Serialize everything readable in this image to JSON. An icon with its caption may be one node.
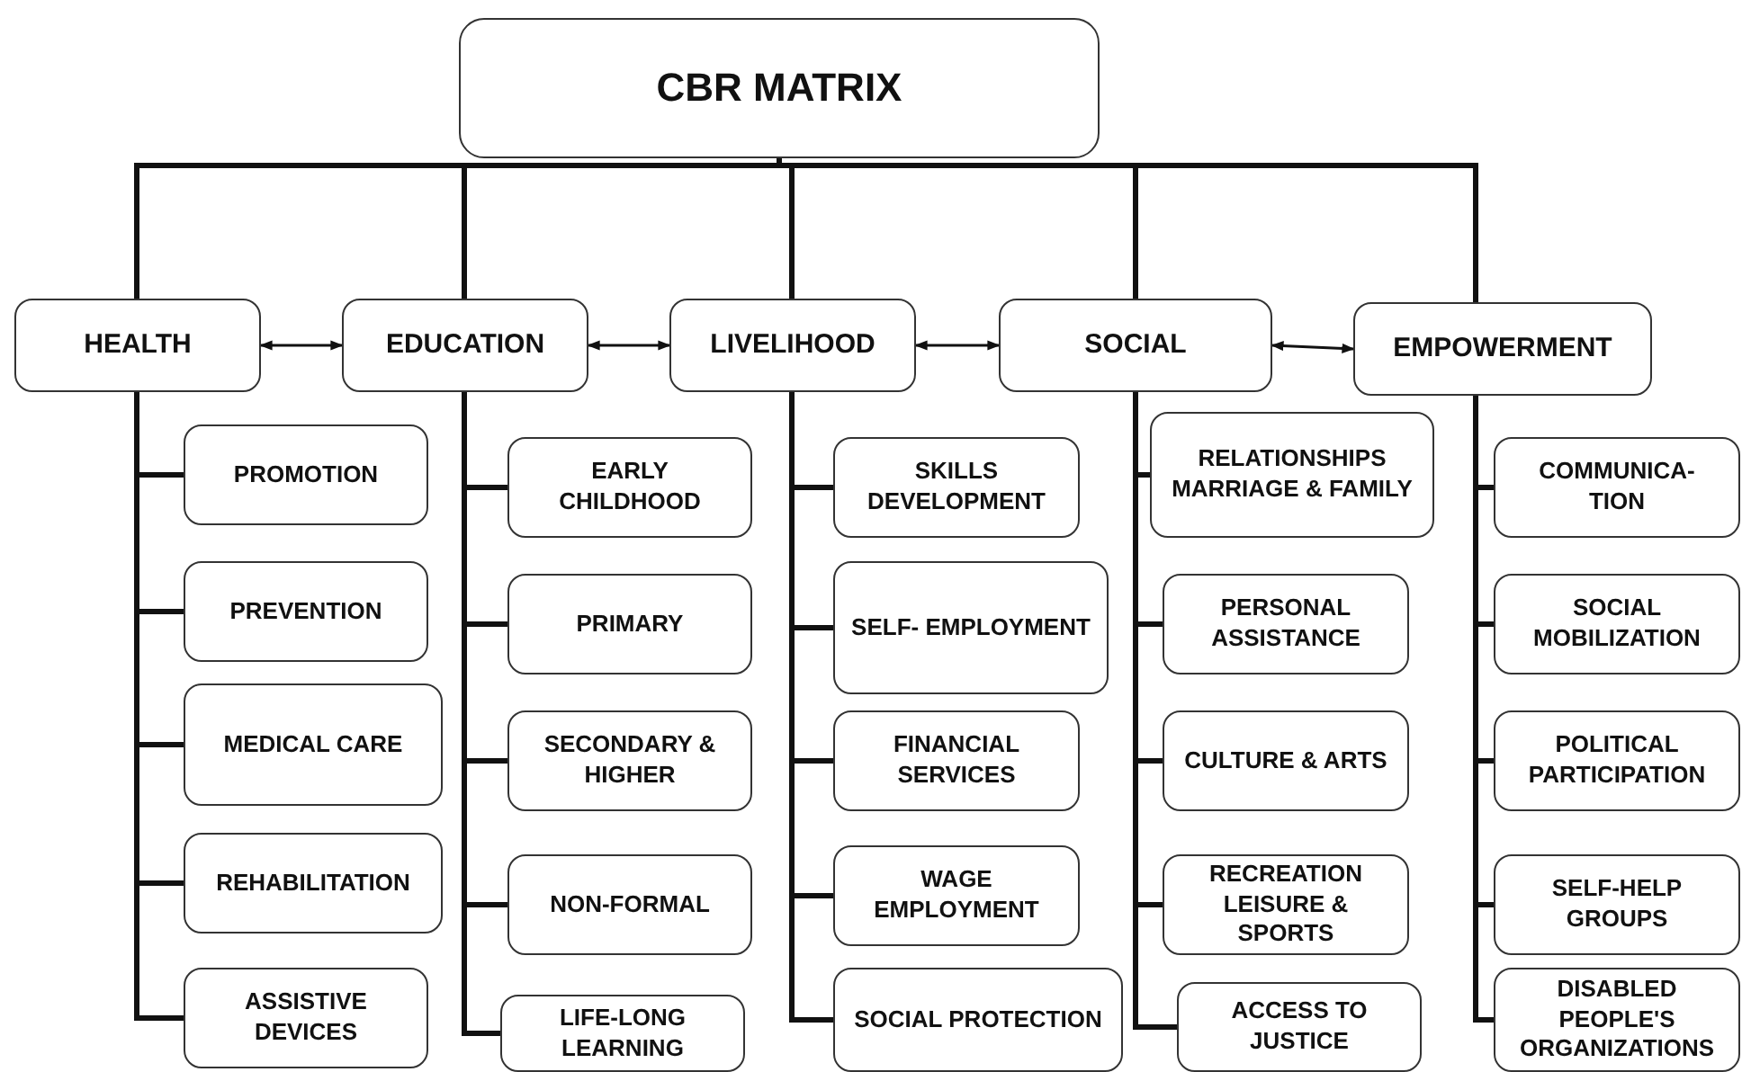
{
  "diagram": {
    "nodes": [
      {
        "text": [
          "CBR MATRIX"
        ]
      },
      {
        "text": [
          "HEALTH"
        ]
      },
      {
        "text": [
          "EDUCATION"
        ]
      },
      {
        "text": [
          "LIVELIHOOD"
        ]
      },
      {
        "text": [
          "SOCIAL"
        ]
      },
      {
        "text": [
          "EMPOWERMENT"
        ]
      },
      {
        "text": [
          "PROMOTION"
        ]
      },
      {
        "text": [
          "PREVENTION"
        ]
      },
      {
        "text": [
          "MEDICAL CARE"
        ]
      },
      {
        "text": [
          "REHABILITATION"
        ]
      },
      {
        "text": [
          "ASSISTIVE DEVICES"
        ]
      },
      {
        "text": [
          "EARLY CHILDHOOD"
        ]
      },
      {
        "text": [
          "PRIMARY"
        ]
      },
      {
        "text": [
          "SECONDARY & HIGHER"
        ]
      },
      {
        "text": [
          "NON-FORMAL"
        ]
      },
      {
        "text": [
          "LIFE-LONG LEARNING"
        ]
      },
      {
        "text": [
          "SKILLS DEVELOPMENT"
        ]
      },
      {
        "text": [
          "SELF- EMPLOYMENT"
        ]
      },
      {
        "text": [
          "FINANCIAL SERVICES"
        ]
      },
      {
        "text": [
          "WAGE EMPLOYMENT"
        ]
      },
      {
        "text": [
          "SOCIAL PROTECTION"
        ]
      },
      {
        "text": [
          "RELATIONSHIPS MARRIAGE & FAMILY"
        ]
      },
      {
        "text": [
          "PERSONAL ASSISTANCE"
        ]
      },
      {
        "text": [
          "CULTURE & ARTS"
        ]
      },
      {
        "text": [
          "RECREATION LEISURE & SPORTS"
        ]
      },
      {
        "text": [
          "ACCESS TO JUSTICE"
        ]
      },
      {
        "text": [
          "COMMUNICA- TION"
        ]
      },
      {
        "text": [
          "SOCIAL MOBILIZATION"
        ]
      },
      {
        "text": [
          "POLITICAL PARTICIPATION"
        ]
      },
      {
        "text": [
          "SELF-HELP GROUPS"
        ]
      },
      {
        "text": [
          "DISABLED PEOPLE'S ORGANIZATIONS"
        ]
      }
    ],
    "edges": [
      {
        "from": 0,
        "to": 1,
        "arrow": "none"
      },
      {
        "from": 0,
        "to": 2,
        "arrow": "none"
      },
      {
        "from": 0,
        "to": 3,
        "arrow": "none"
      },
      {
        "from": 0,
        "to": 4,
        "arrow": "none"
      },
      {
        "from": 0,
        "to": 5,
        "arrow": "none"
      },
      {
        "from": 1,
        "to": 2,
        "arrow": "both"
      },
      {
        "from": 2,
        "to": 3,
        "arrow": "both"
      },
      {
        "from": 3,
        "to": 4,
        "arrow": "both"
      },
      {
        "from": 4,
        "to": 5,
        "arrow": "both"
      },
      {
        "from": 1,
        "to": 6,
        "arrow": "none"
      },
      {
        "from": 1,
        "to": 7,
        "arrow": "none"
      },
      {
        "from": 1,
        "to": 8,
        "arrow": "none"
      },
      {
        "from": 1,
        "to": 9,
        "arrow": "none"
      },
      {
        "from": 1,
        "to": 10,
        "arrow": "none"
      },
      {
        "from": 2,
        "to": 11,
        "arrow": "none"
      },
      {
        "from": 2,
        "to": 12,
        "arrow": "none"
      },
      {
        "from": 2,
        "to": 13,
        "arrow": "none"
      },
      {
        "from": 2,
        "to": 14,
        "arrow": "none"
      },
      {
        "from": 2,
        "to": 15,
        "arrow": "none"
      },
      {
        "from": 3,
        "to": 16,
        "arrow": "none"
      },
      {
        "from": 3,
        "to": 17,
        "arrow": "none"
      },
      {
        "from": 3,
        "to": 18,
        "arrow": "none"
      },
      {
        "from": 3,
        "to": 19,
        "arrow": "none"
      },
      {
        "from": 3,
        "to": 20,
        "arrow": "none"
      },
      {
        "from": 4,
        "to": 21,
        "arrow": "none"
      },
      {
        "from": 4,
        "to": 22,
        "arrow": "none"
      },
      {
        "from": 4,
        "to": 23,
        "arrow": "none"
      },
      {
        "from": 4,
        "to": 24,
        "arrow": "none"
      },
      {
        "from": 4,
        "to": 25,
        "arrow": "none"
      },
      {
        "from": 5,
        "to": 26,
        "arrow": "none"
      },
      {
        "from": 5,
        "to": 27,
        "arrow": "none"
      },
      {
        "from": 5,
        "to": 28,
        "arrow": "none"
      },
      {
        "from": 5,
        "to": 29,
        "arrow": "none"
      },
      {
        "from": 5,
        "to": 30,
        "arrow": "none"
      }
    ]
  }
}
